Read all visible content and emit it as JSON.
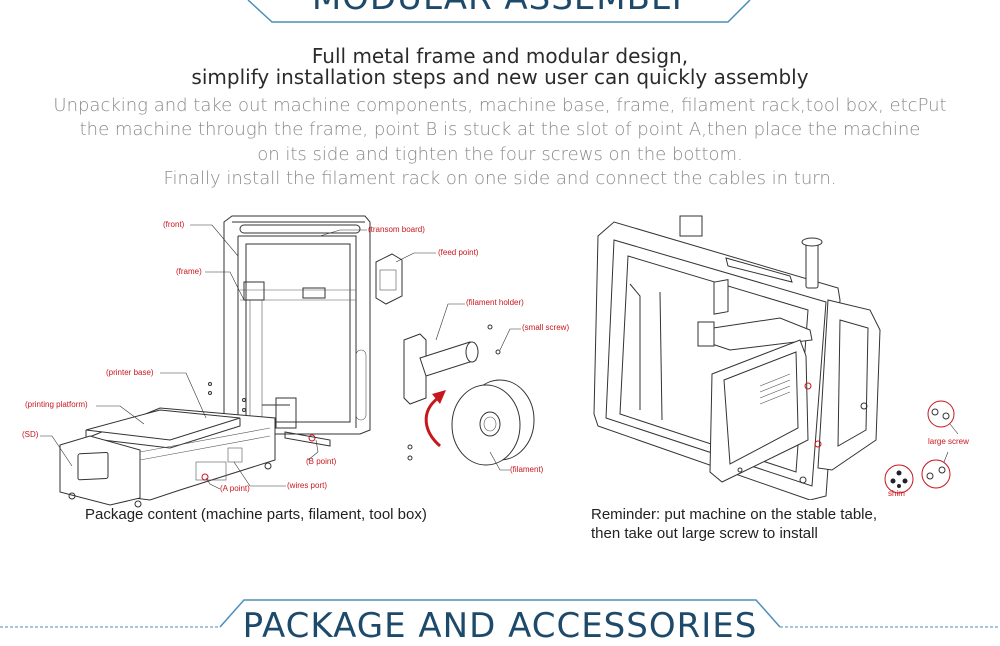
{
  "top_banner": {
    "title": "MODULAR ASSEMBLY"
  },
  "headline": {
    "line1": "Full metal frame and modular design,",
    "line2": "simplify installation steps and new user can quickly assembly"
  },
  "description": {
    "line1": "Unpacking and take out machine components, machine base, frame, filament rack,tool box, etcPut",
    "line2": "the machine through the frame, point B is stuck at the slot of point A,then place the machine",
    "line3": "on its side and tighten the four screws on the bottom.",
    "line4": "Finally install the filament rack on one side and connect the cables in turn."
  },
  "left_diagram": {
    "labels": {
      "front": "(front)",
      "frame": "(frame)",
      "printer_base": "(printer base)",
      "printing_platform": "(printing platform)",
      "sd": "(SD)",
      "transom_board": "(transom board)",
      "feed_point": "(feed point)",
      "filament_holder": "(filament holder)",
      "small_screw": "(small screw)",
      "filament": "(filament)",
      "b_point": "(B point)",
      "a_point": "(A point)",
      "wires_port": "(wires port)"
    },
    "caption": "Package content (machine parts, filament, tool box)"
  },
  "right_diagram": {
    "labels": {
      "large_screw": "large screw",
      "shim": "shim"
    },
    "caption_line1": "Reminder: put machine on the stable table,",
    "caption_line2": "then take out large screw to install"
  },
  "bottom_banner": {
    "title": "PACKAGE AND ACCESSORIES"
  },
  "colors": {
    "accent": "#c8161d",
    "banner": "#1d4a6b",
    "dash": "#4a8fb8"
  }
}
